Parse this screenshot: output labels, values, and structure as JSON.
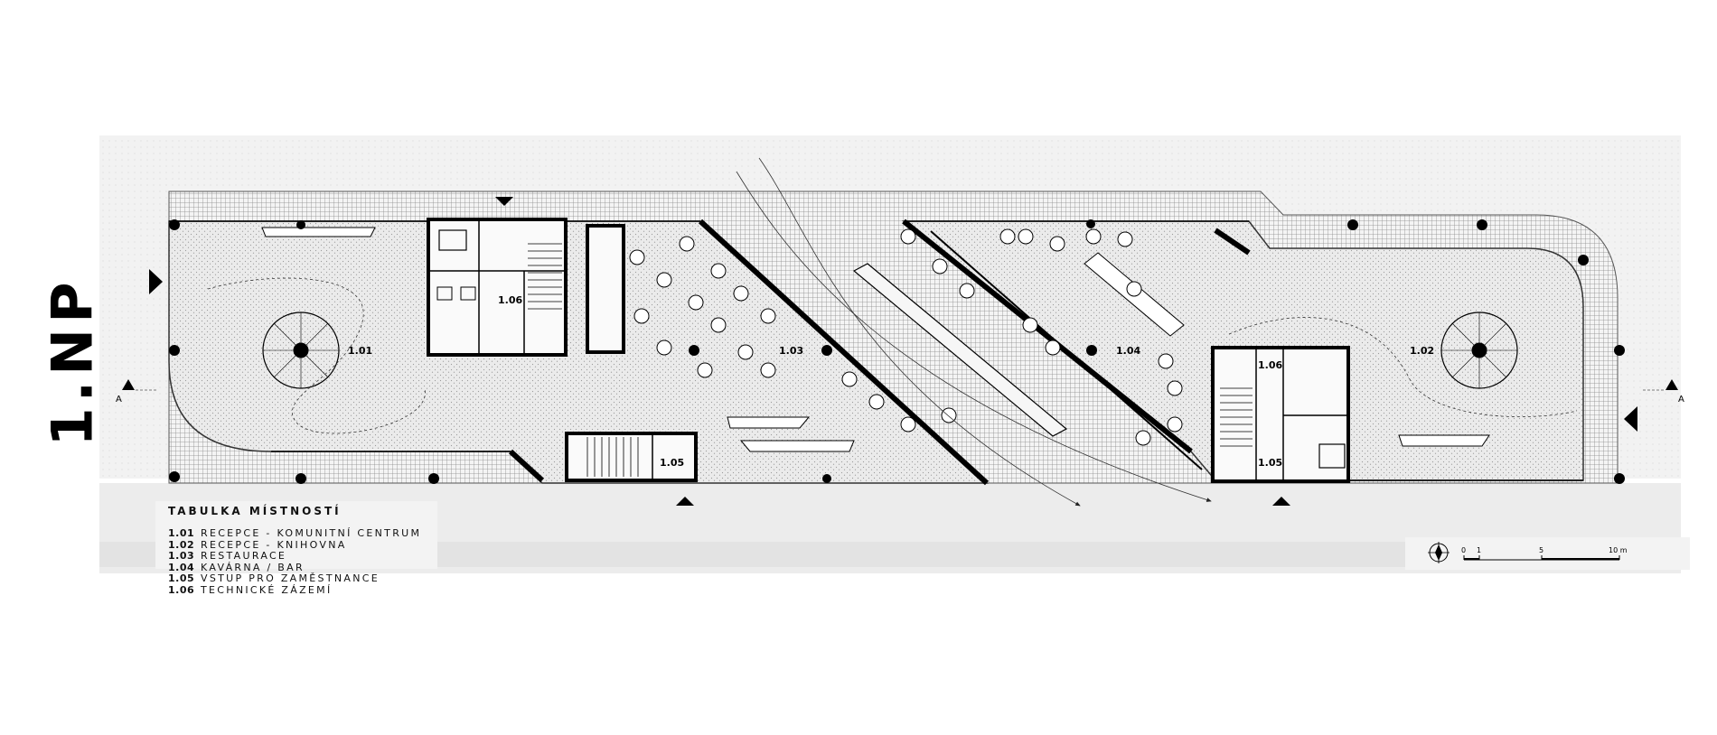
{
  "drawing": {
    "floor_label": "1.NP",
    "section_mark_left": "A",
    "section_mark_right": "A",
    "room_labels": [
      {
        "id": "r101",
        "text": "1.01"
      },
      {
        "id": "r102",
        "text": "1.02"
      },
      {
        "id": "r103",
        "text": "1.03"
      },
      {
        "id": "r104",
        "text": "1.04"
      },
      {
        "id": "r105a",
        "text": "1.05"
      },
      {
        "id": "r105b",
        "text": "1.05"
      },
      {
        "id": "r106a",
        "text": "1.06"
      },
      {
        "id": "r106b",
        "text": "1.06"
      }
    ]
  },
  "legend": {
    "title": "TABULKA MÍSTNOSTÍ",
    "rows": [
      {
        "code": "1.01",
        "name": "RECEPCE - KOMUNITNÍ CENTRUM"
      },
      {
        "code": "1.02",
        "name": "RECEPCE - KNIHOVNA"
      },
      {
        "code": "1.03",
        "name": "RESTAURACE"
      },
      {
        "code": "1.04",
        "name": "KAVÁRNA / BAR"
      },
      {
        "code": "1.05",
        "name": "VSTUP PRO ZAMĚSTNANCE"
      },
      {
        "code": "1.06",
        "name": "TECHNICKÉ ZÁZEMÍ"
      }
    ]
  },
  "scale_bar": {
    "ticks": [
      "0",
      "1",
      "5",
      "10 m"
    ]
  },
  "colors": {
    "ink": "#000000",
    "terrace": "#bdbdbd",
    "interior": "#e2e2e2",
    "ground": "#efefef"
  }
}
